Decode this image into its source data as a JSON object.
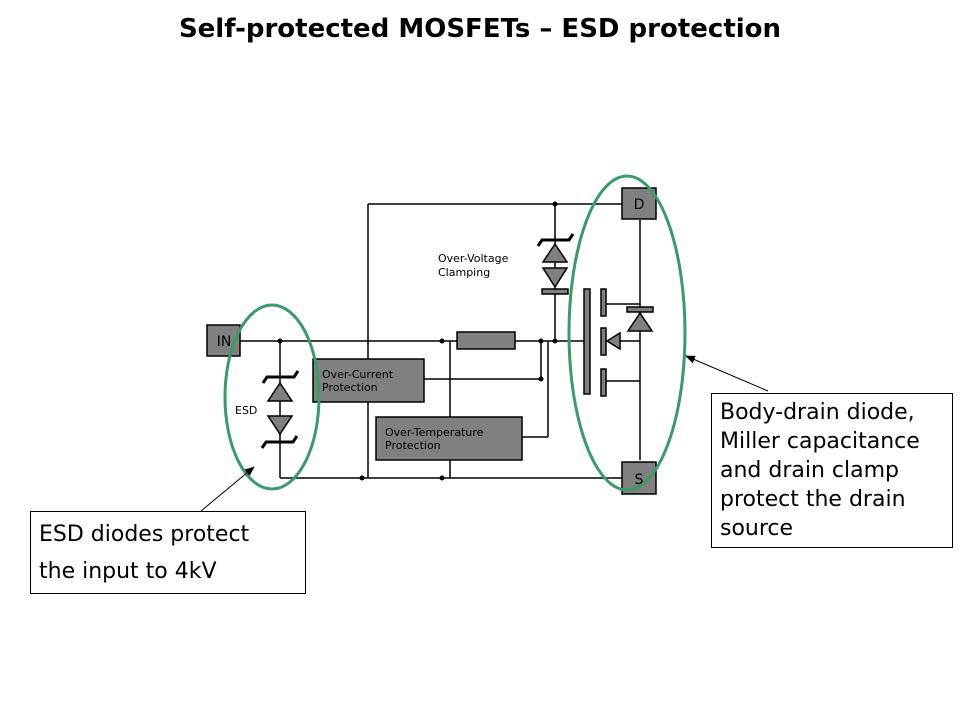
{
  "title": "Self-protected MOSFETs – ESD protection",
  "diagram": {
    "terminal_in": "IN",
    "terminal_d": "D",
    "terminal_s": "S",
    "over_voltage": [
      "Over-Voltage",
      "Clamping"
    ],
    "over_current": [
      "Over-Current",
      "Protection"
    ],
    "over_temperature": [
      "Over-Temperature",
      "Protection"
    ],
    "esd_label": "ESD"
  },
  "callouts": {
    "left": [
      "ESD diodes protect",
      "the input to 4kV"
    ],
    "right": [
      "Body-drain diode,",
      "Miller capacitance",
      "and drain clamp",
      "protect the drain",
      "source"
    ]
  },
  "colors": {
    "highlight_ellipse": "#3a9a6a",
    "block_fill": "#808080"
  }
}
